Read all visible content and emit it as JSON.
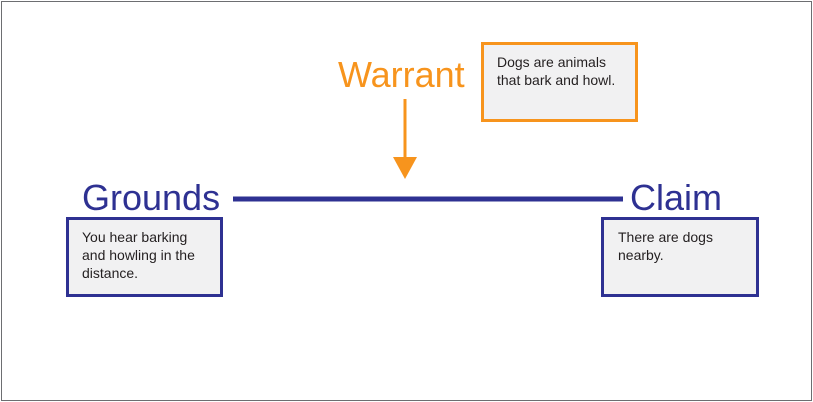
{
  "colors": {
    "blue": "#2e3192",
    "orange": "#f7941d",
    "note_fill": "#f1f1f2",
    "frame": "#6d6e71"
  },
  "warrant": {
    "title": "Warrant",
    "text": "Dogs are animals\nthat bark and howl."
  },
  "grounds": {
    "title": "Grounds",
    "text": "You hear barking\nand howling in the\ndistance."
  },
  "claim": {
    "title": "Claim",
    "text": "There are dogs\nnearby."
  }
}
